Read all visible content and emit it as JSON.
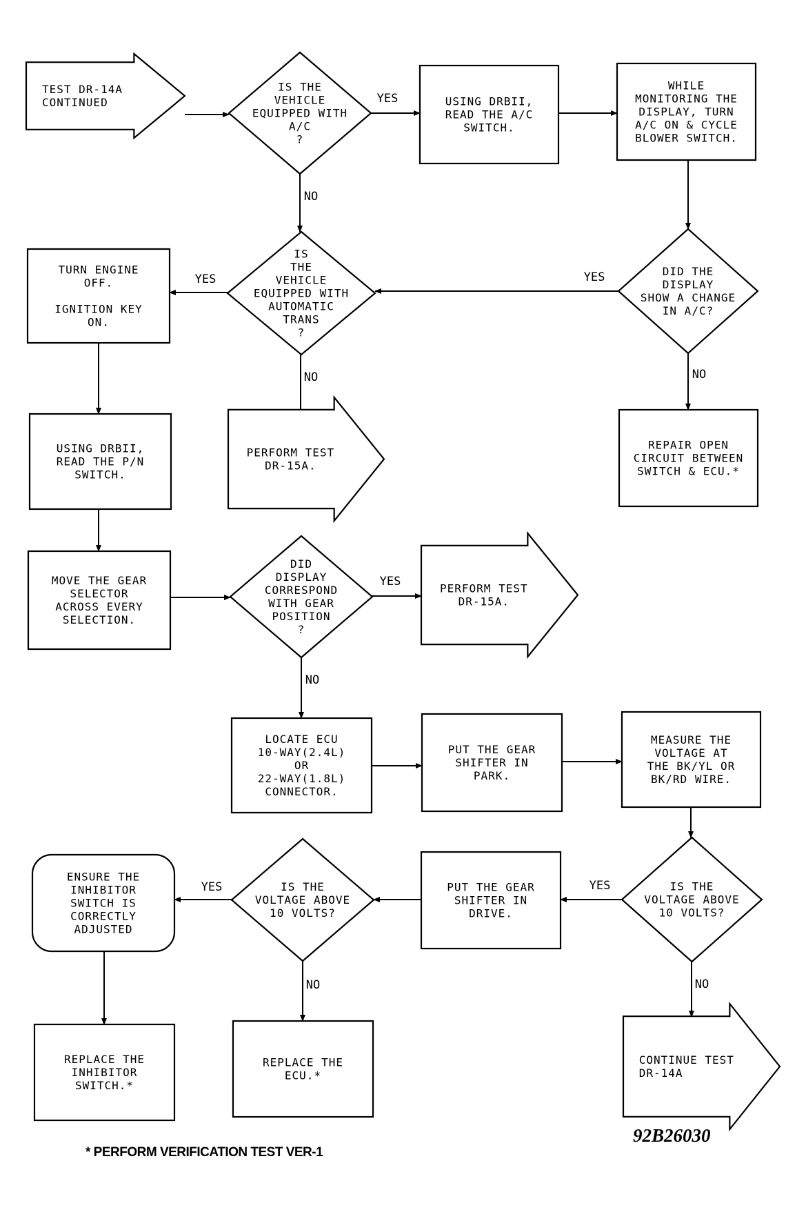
{
  "nodes": {
    "test_dr14a_continued": {
      "type": "arrow",
      "lines": [
        "TEST DR-14A",
        "CONTINUED"
      ]
    },
    "q_ac": {
      "type": "decision",
      "lines": [
        "IS THE",
        "VEHICLE",
        "EQUIPPED WITH",
        "A/C",
        "?"
      ]
    },
    "read_ac_switch": {
      "type": "process",
      "lines": [
        "USING DRBII,",
        "READ THE A/C",
        "SWITCH."
      ]
    },
    "monitor_display": {
      "type": "process",
      "lines": [
        "WHILE",
        "MONITORING THE",
        "DISPLAY, TURN",
        "A/C ON & CYCLE",
        "BLOWER SWITCH."
      ]
    },
    "q_auto_trans": {
      "type": "decision",
      "lines": [
        "IS",
        "THE",
        "VEHICLE",
        "EQUIPPED WITH",
        "AUTOMATIC",
        "TRANS",
        "?"
      ]
    },
    "q_display_change": {
      "type": "decision",
      "lines": [
        "DID THE",
        "DISPLAY",
        "SHOW A CHANGE",
        "IN A/C?"
      ]
    },
    "engine_off": {
      "type": "process",
      "lines": [
        "TURN ENGINE",
        "OFF.",
        "",
        "IGNITION KEY",
        "ON."
      ]
    },
    "perform_dr15a_1": {
      "type": "arrow",
      "lines": [
        "PERFORM TEST",
        "DR-15A."
      ]
    },
    "repair_open_circuit": {
      "type": "process",
      "lines": [
        "REPAIR OPEN",
        "CIRCUIT BETWEEN",
        "SWITCH & ECU.*"
      ]
    },
    "read_pn_switch": {
      "type": "process",
      "lines": [
        "USING DRBII,",
        "READ THE P/N",
        "SWITCH."
      ]
    },
    "move_gear_selector": {
      "type": "process",
      "lines": [
        "MOVE THE GEAR",
        "SELECTOR",
        "ACROSS EVERY",
        "SELECTION."
      ]
    },
    "q_display_gear": {
      "type": "decision",
      "lines": [
        "DID",
        "DISPLAY",
        "CORRESPOND",
        "WITH GEAR",
        "POSITION",
        "?"
      ]
    },
    "perform_dr15a_2": {
      "type": "arrow",
      "lines": [
        "PERFORM TEST",
        "DR-15A."
      ]
    },
    "locate_ecu": {
      "type": "process",
      "lines": [
        "LOCATE ECU",
        "10-WAY(2.4L)",
        "OR",
        "22-WAY(1.8L)",
        "CONNECTOR."
      ]
    },
    "shifter_park": {
      "type": "process",
      "lines": [
        "PUT THE GEAR",
        "SHIFTER IN",
        "PARK."
      ]
    },
    "measure_voltage": {
      "type": "process",
      "lines": [
        "MEASURE THE",
        "VOLTAGE AT",
        "THE BK/YL OR",
        "BK/RD WIRE."
      ]
    },
    "ensure_inhibitor": {
      "type": "rounded",
      "lines": [
        "ENSURE THE",
        "INHIBITOR",
        "SWITCH IS",
        "CORRECTLY",
        "ADJUSTED"
      ]
    },
    "q_voltage_drive": {
      "type": "decision",
      "lines": [
        "IS THE",
        "VOLTAGE ABOVE",
        "10 VOLTS?"
      ]
    },
    "shifter_drive": {
      "type": "process",
      "lines": [
        "PUT THE GEAR",
        "SHIFTER IN",
        "DRIVE."
      ]
    },
    "q_voltage_park": {
      "type": "decision",
      "lines": [
        "IS THE",
        "VOLTAGE ABOVE",
        "10 VOLTS?"
      ]
    },
    "replace_inhibitor": {
      "type": "process",
      "lines": [
        "REPLACE THE",
        "INHIBITOR",
        "SWITCH.*"
      ]
    },
    "replace_ecu": {
      "type": "process",
      "lines": [
        "REPLACE THE",
        "ECU.*"
      ]
    },
    "continue_dr14a": {
      "type": "arrow",
      "lines": [
        "CONTINUE TEST",
        "DR-14A"
      ]
    }
  },
  "edges": [
    {
      "from": "test_dr14a_continued",
      "to": "q_ac",
      "label": ""
    },
    {
      "from": "q_ac",
      "to": "read_ac_switch",
      "label": "YES"
    },
    {
      "from": "read_ac_switch",
      "to": "monitor_display",
      "label": ""
    },
    {
      "from": "monitor_display",
      "to": "q_display_change",
      "label": ""
    },
    {
      "from": "q_ac",
      "to": "q_auto_trans",
      "label": "NO"
    },
    {
      "from": "q_display_change",
      "to": "q_auto_trans",
      "label": "YES"
    },
    {
      "from": "q_display_change",
      "to": "repair_open_circuit",
      "label": "NO"
    },
    {
      "from": "q_auto_trans",
      "to": "engine_off",
      "label": "YES"
    },
    {
      "from": "q_auto_trans",
      "to": "perform_dr15a_1",
      "label": "NO"
    },
    {
      "from": "engine_off",
      "to": "read_pn_switch",
      "label": ""
    },
    {
      "from": "read_pn_switch",
      "to": "move_gear_selector",
      "label": ""
    },
    {
      "from": "move_gear_selector",
      "to": "q_display_gear",
      "label": ""
    },
    {
      "from": "q_display_gear",
      "to": "perform_dr15a_2",
      "label": "YES"
    },
    {
      "from": "q_display_gear",
      "to": "locate_ecu",
      "label": "NO"
    },
    {
      "from": "locate_ecu",
      "to": "shifter_park",
      "label": ""
    },
    {
      "from": "shifter_park",
      "to": "measure_voltage",
      "label": ""
    },
    {
      "from": "measure_voltage",
      "to": "q_voltage_park",
      "label": ""
    },
    {
      "from": "q_voltage_park",
      "to": "shifter_drive",
      "label": "YES"
    },
    {
      "from": "q_voltage_park",
      "to": "continue_dr14a",
      "label": "NO"
    },
    {
      "from": "shifter_drive",
      "to": "q_voltage_drive",
      "label": ""
    },
    {
      "from": "q_voltage_drive",
      "to": "ensure_inhibitor",
      "label": "YES"
    },
    {
      "from": "q_voltage_drive",
      "to": "replace_ecu",
      "label": "NO"
    },
    {
      "from": "ensure_inhibitor",
      "to": "replace_inhibitor",
      "label": ""
    }
  ],
  "footnote": "* PERFORM VERIFICATION TEST VER-1",
  "figure_id": "92B26030"
}
